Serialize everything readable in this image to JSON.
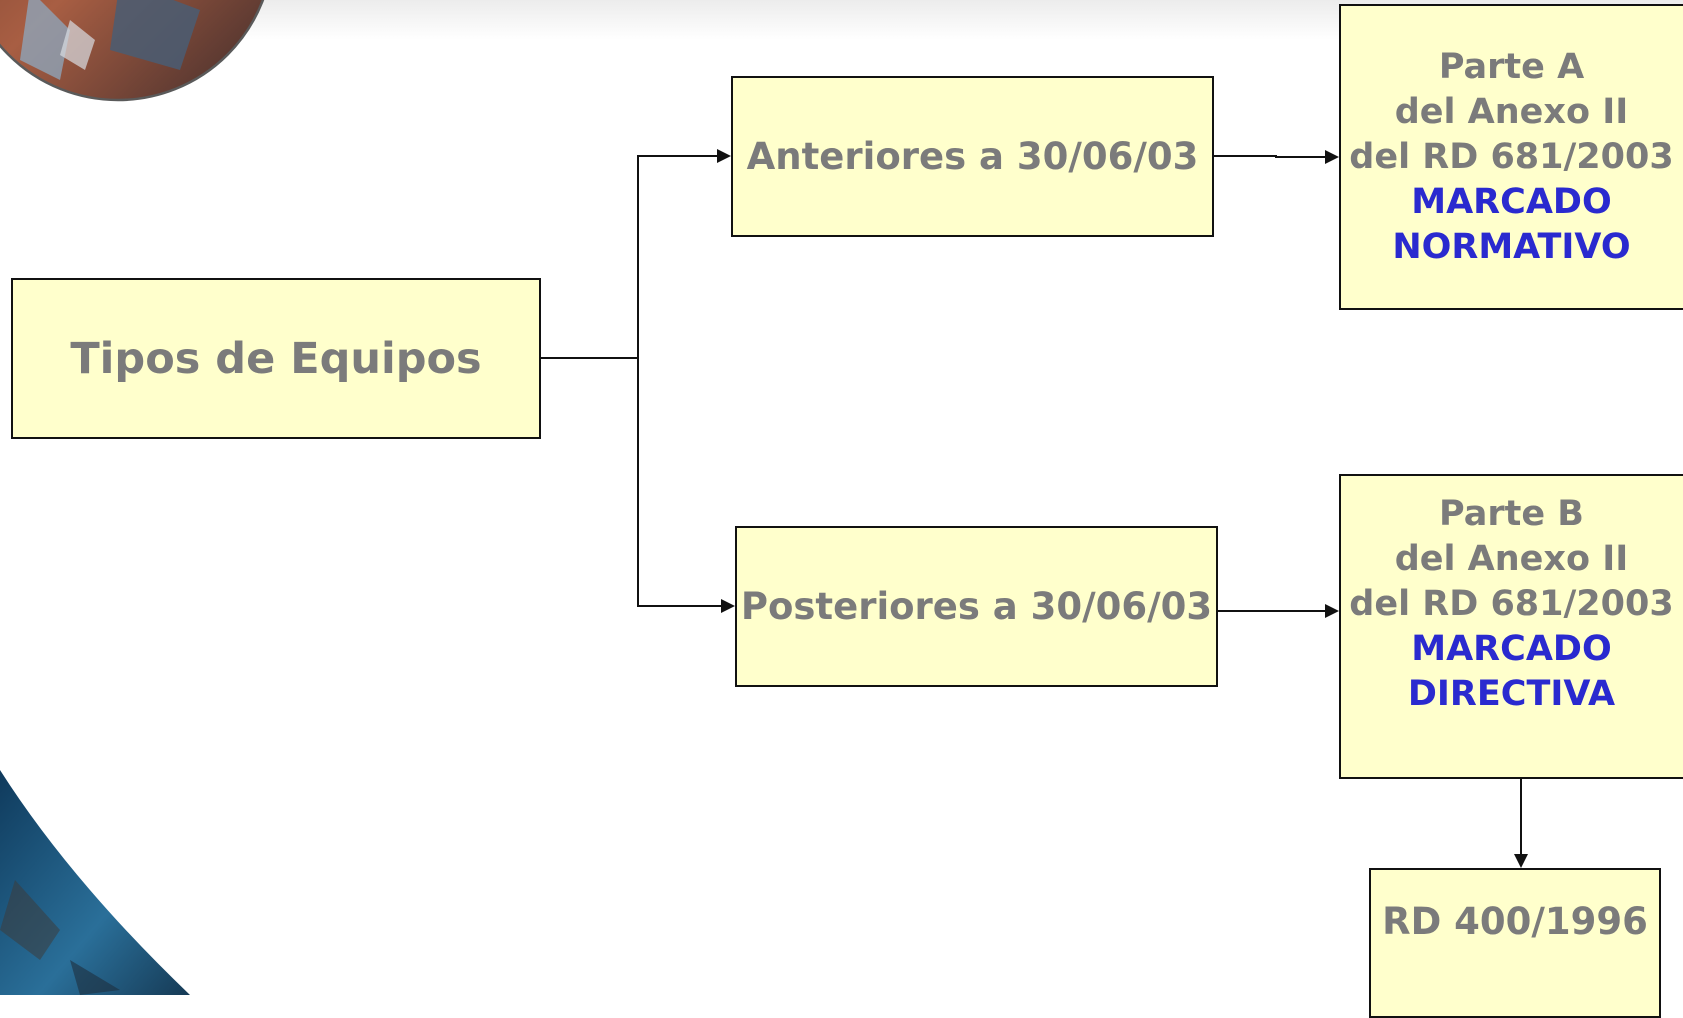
{
  "diagram": {
    "root": "Tipos de Equipos",
    "upper_branch": "Anteriores a 30/06/03",
    "lower_branch": "Posteriores a 30/06/03",
    "parte_a": {
      "line1": "Parte A",
      "line2": "del Anexo II",
      "line3": "del RD 681/2003",
      "line4": "MARCADO",
      "line5": "NORMATIVO"
    },
    "parte_b": {
      "line1": "Parte B",
      "line2": "del Anexo II",
      "line3": "del RD 681/2003",
      "line4": "MARCADO",
      "line5": "DIRECTIVA"
    },
    "rd400": "RD 400/1996"
  },
  "colors": {
    "box_fill": "#ffffcc",
    "box_text": "#7b7b7b",
    "highlight_text": "#2a2acf",
    "line": "#111111"
  }
}
